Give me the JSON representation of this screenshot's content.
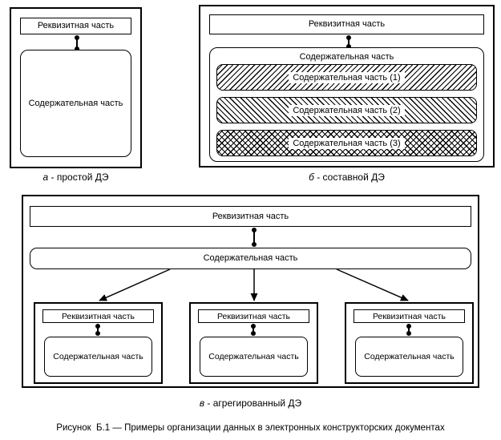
{
  "panels": {
    "a": {
      "requisite": "Реквизитная часть",
      "content": "Содержательная часть",
      "caption_letter": "а",
      "caption_text": "- простой ДЭ"
    },
    "b": {
      "requisite": "Реквизитная часть",
      "container": "Содержательная часть",
      "parts": [
        {
          "label": "Содержательная часть (1)",
          "hatch": "diagonal-forward"
        },
        {
          "label": "Содержательная часть (2)",
          "hatch": "diagonal-back"
        },
        {
          "label": "Содержательная часть (3)",
          "hatch": "crosshatch"
        }
      ],
      "caption_letter": "б",
      "caption_text": "- составной ДЭ"
    },
    "v": {
      "requisite": "Реквизитная часть",
      "content": "Содержательная часть",
      "children": [
        {
          "requisite": "Реквизитная часть",
          "content": "Содержательная часть"
        },
        {
          "requisite": "Реквизитная часть",
          "content": "Содержательная часть"
        },
        {
          "requisite": "Реквизитная часть",
          "content": "Содержательная часть"
        }
      ],
      "caption_letter": "в",
      "caption_text": "- агрегированный ДЭ"
    }
  },
  "figure_caption": "Рисунок  Б.1 — Примеры организации данных в электронных конструкторских документах",
  "colors": {
    "line": "#000000",
    "background": "#ffffff"
  }
}
